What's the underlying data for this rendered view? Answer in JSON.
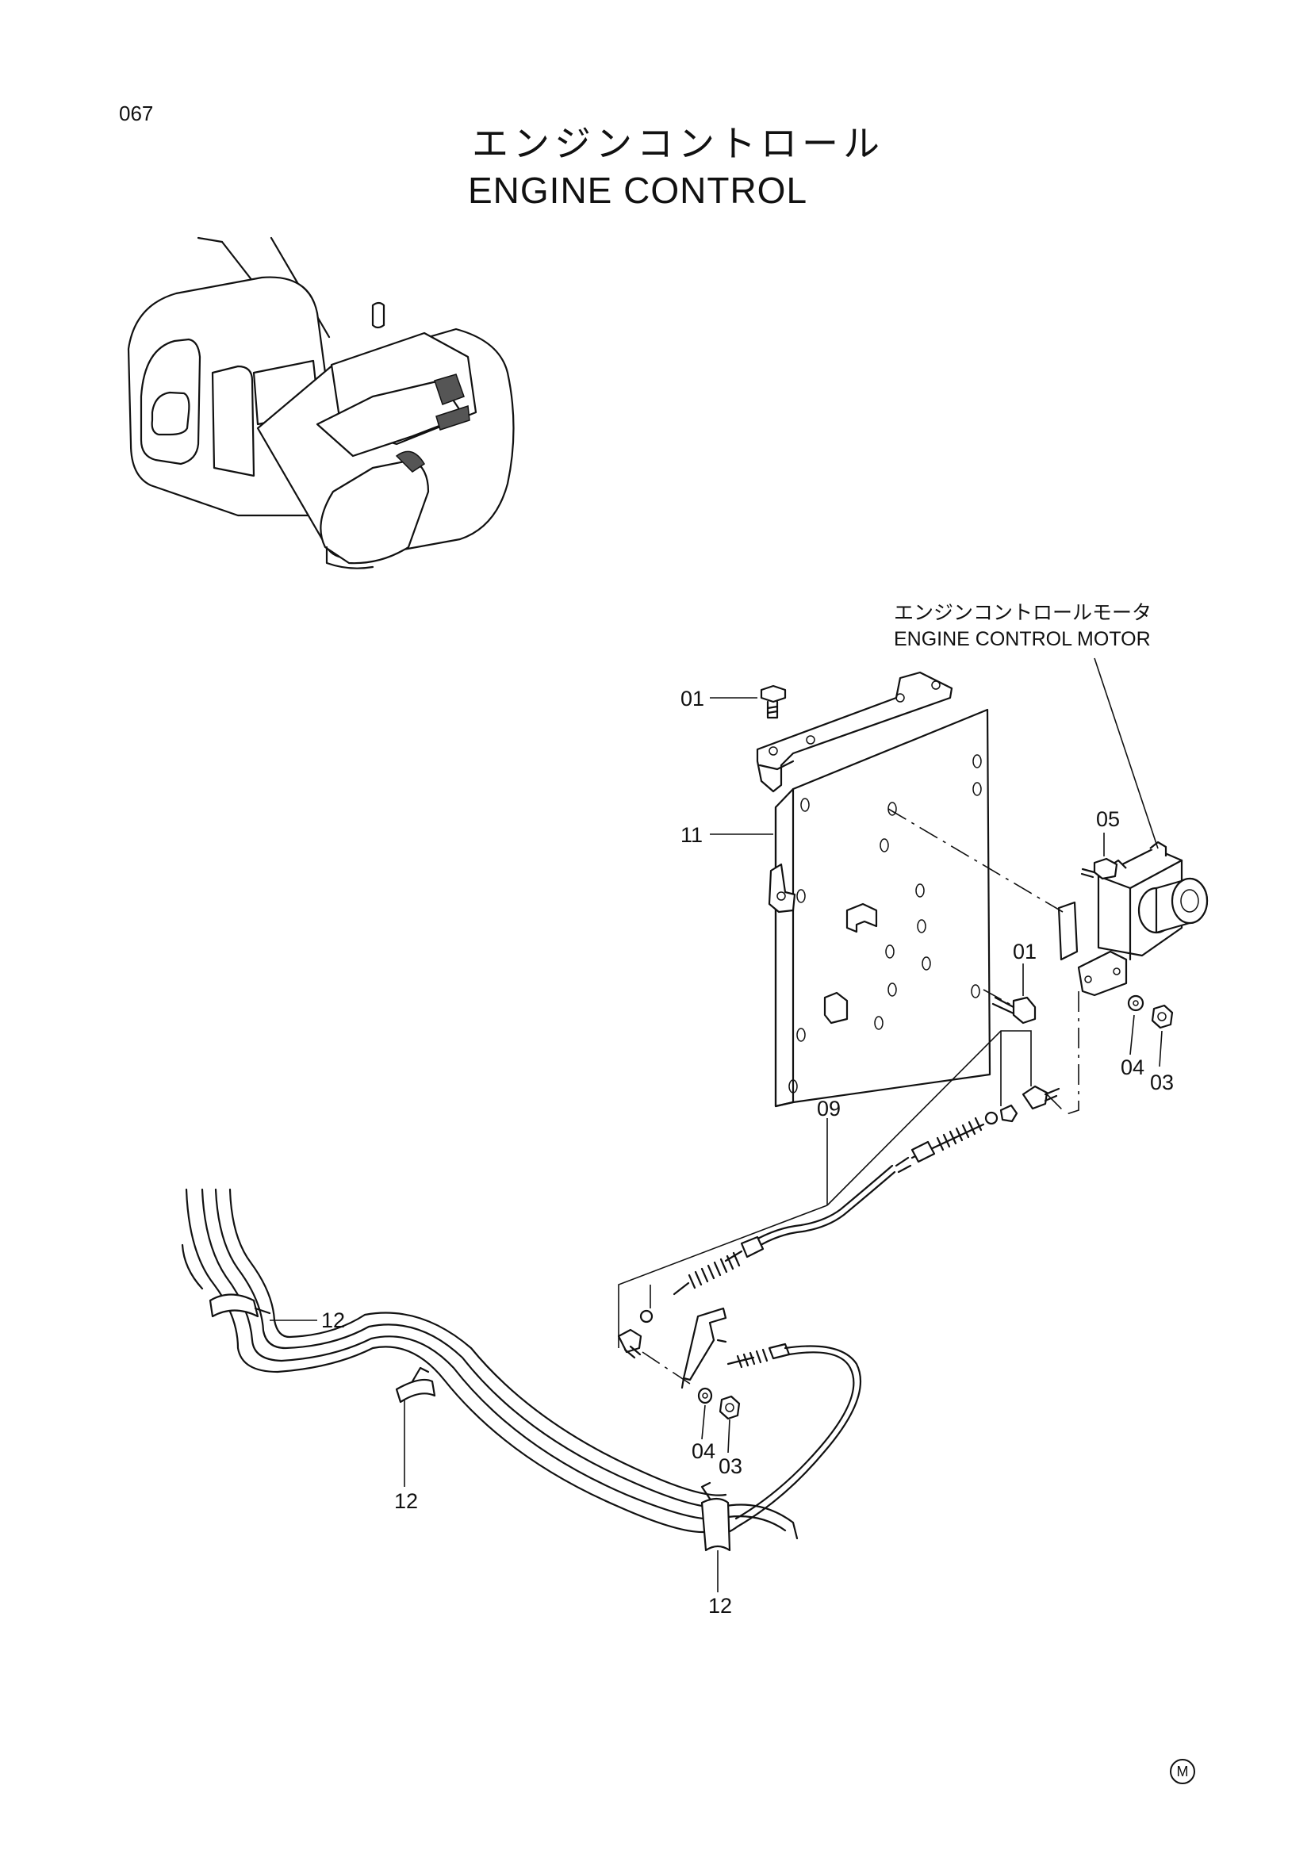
{
  "page": {
    "number": "067"
  },
  "title": {
    "jp": "エンジンコントロール",
    "en": "ENGINE CONTROL"
  },
  "callout": {
    "jp": "エンジンコントロールモータ",
    "en": "ENGINE CONTROL MOTOR"
  },
  "part_labels": [
    {
      "id": "p01a",
      "text": "01"
    },
    {
      "id": "p11",
      "text": "11"
    },
    {
      "id": "p05",
      "text": "05"
    },
    {
      "id": "p01b",
      "text": "01"
    },
    {
      "id": "p04a",
      "text": "04"
    },
    {
      "id": "p03a",
      "text": "03"
    },
    {
      "id": "p09",
      "text": "09"
    },
    {
      "id": "p12a",
      "text": "12"
    },
    {
      "id": "p12b",
      "text": "12"
    },
    {
      "id": "p04b",
      "text": "04"
    },
    {
      "id": "p03b",
      "text": "03"
    },
    {
      "id": "p12c",
      "text": "12"
    }
  ],
  "footer_mark": "M"
}
